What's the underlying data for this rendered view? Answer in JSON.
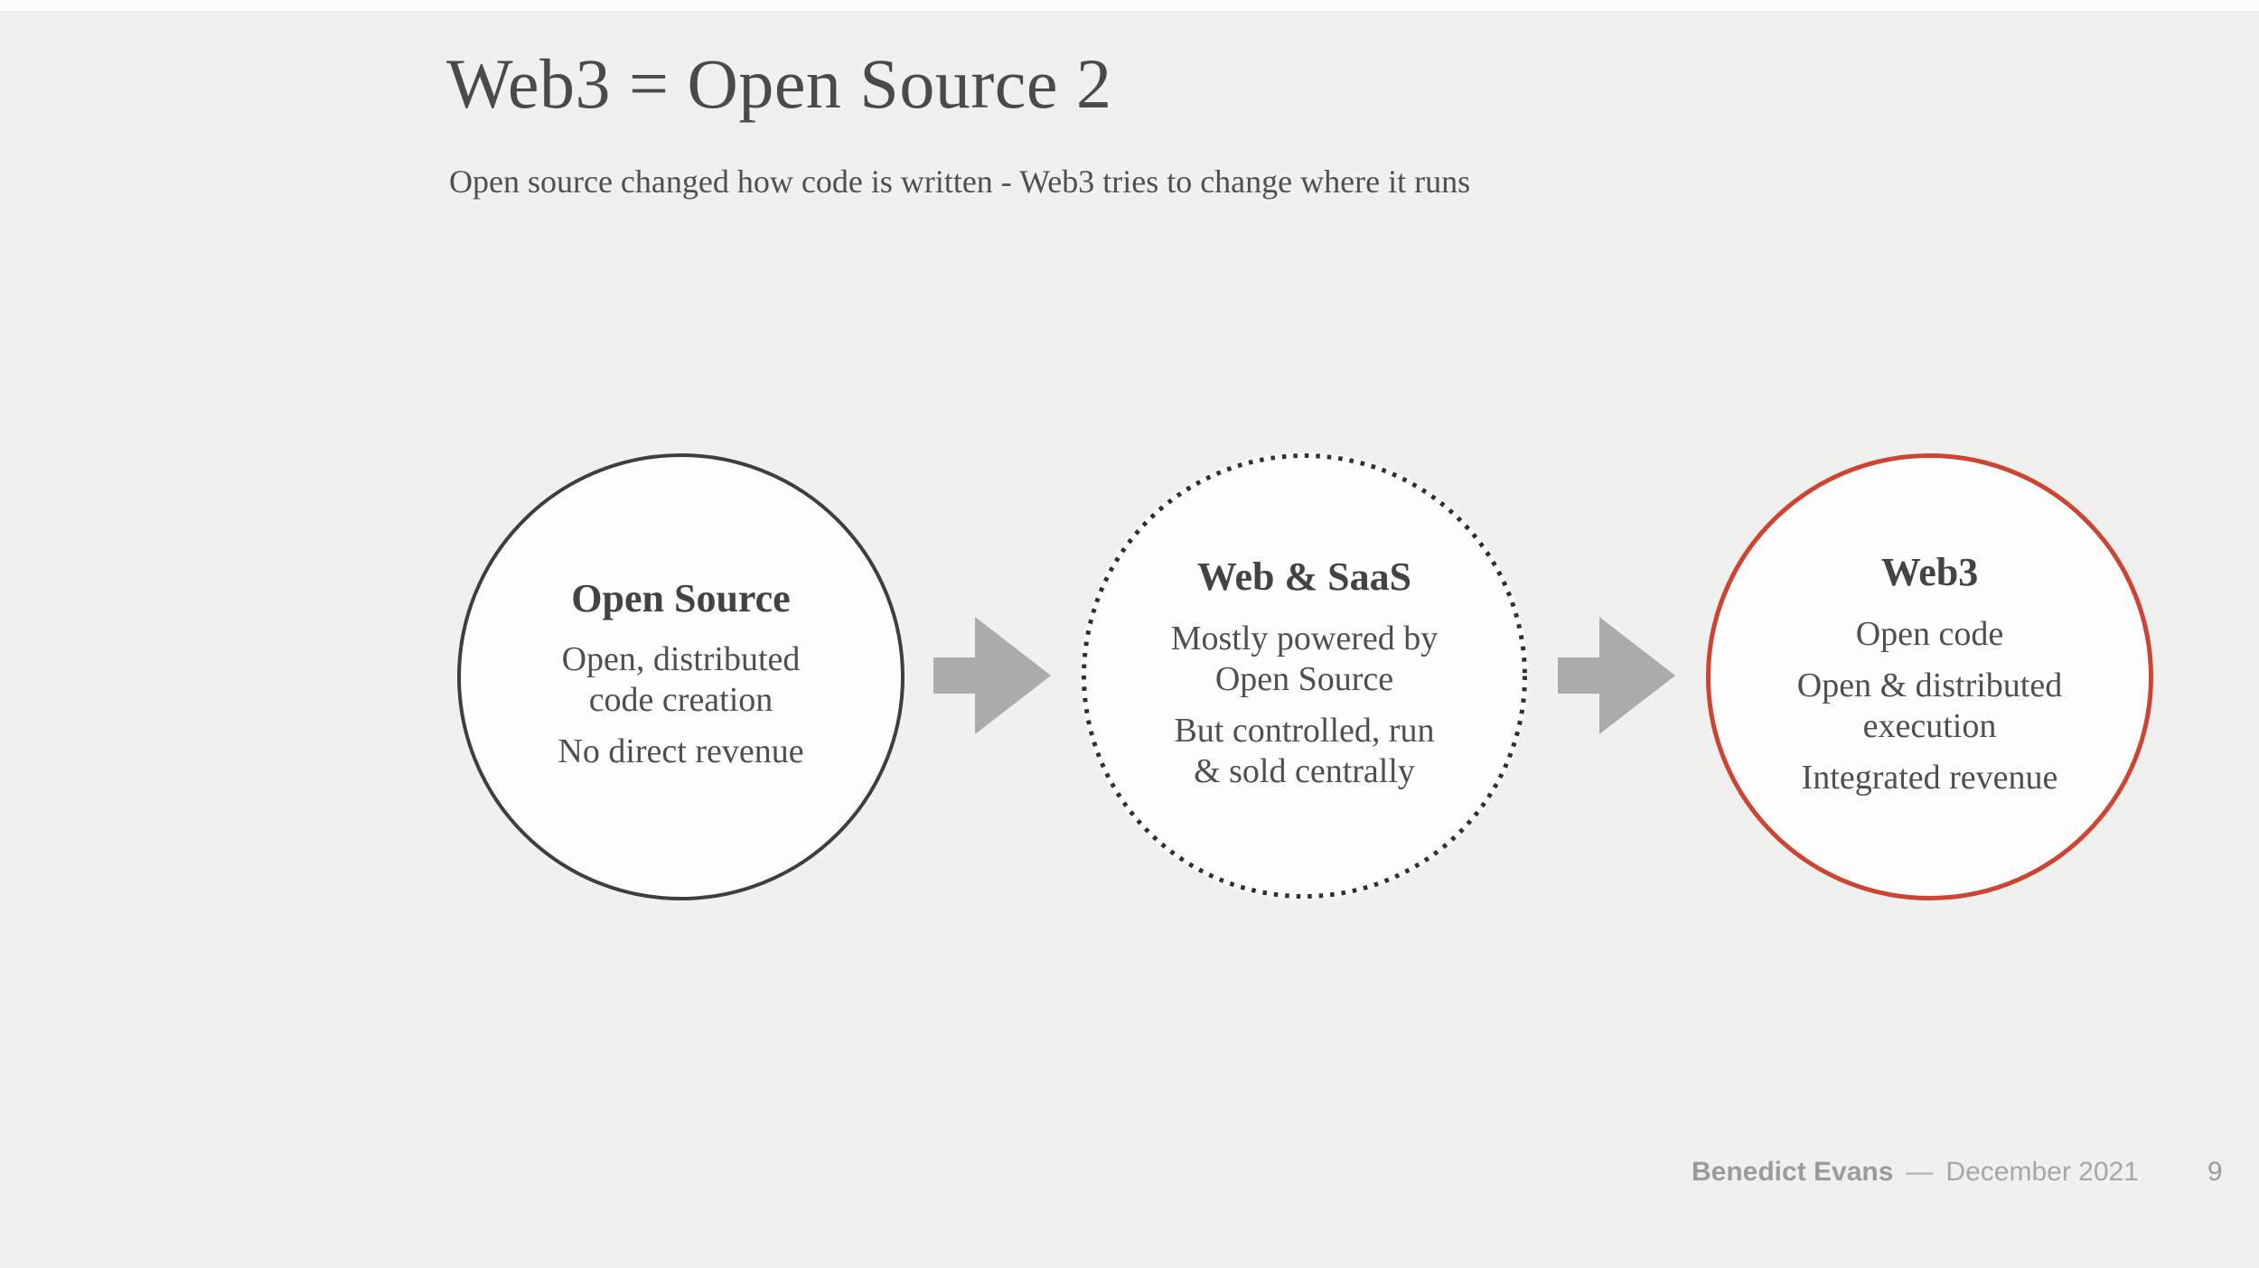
{
  "slide": {
    "title": "Web3 = Open Source 2",
    "subtitle": "Open source changed how code is written - Web3 tries to change where it runs",
    "nodes": [
      {
        "title": "Open Source",
        "lines": [
          "Open, distributed\ncode creation",
          "No direct revenue"
        ],
        "border_style": "solid",
        "border_color": "#3e3e3e"
      },
      {
        "title": "Web & SaaS",
        "lines": [
          "Mostly powered by\nOpen Source",
          "But controlled, run\n& sold centrally"
        ],
        "border_style": "dotted",
        "border_color": "#2f2f2f"
      },
      {
        "title": "Web3",
        "lines": [
          "Open code",
          "Open & distributed\nexecution",
          "Integrated revenue"
        ],
        "border_style": "solid",
        "border_color": "#cd4433"
      }
    ],
    "arrows": [
      {
        "direction": "right"
      },
      {
        "direction": "right"
      }
    ],
    "footer": {
      "author": "Benedict Evans",
      "separator": "—",
      "date": "December 2021",
      "page": "9"
    },
    "colors": {
      "background": "#f0f0ef",
      "heading_text": "#4a4a4a",
      "body_text": "#4f4f4f",
      "arrow_gray": "#ababab",
      "accent_red": "#cd4433",
      "footer_gray": "#9e9e9e"
    }
  }
}
